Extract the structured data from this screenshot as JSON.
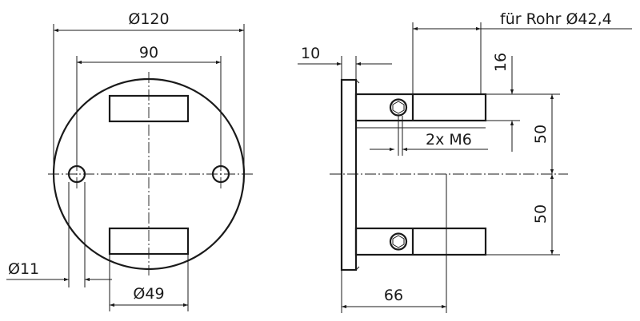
{
  "front_view": {
    "dim_outer_diameter": "Ø120",
    "dim_hole_spacing": "90",
    "dim_hole_diameter": "Ø11",
    "dim_slot_width": "Ø49"
  },
  "side_view": {
    "dim_plate_thickness": "10",
    "dim_pipe": "für Rohr Ø42,4",
    "dim_clamp_height": "16",
    "dim_thread": "2x M6",
    "dim_half_upper": "50",
    "dim_half_lower": "50",
    "dim_depth": "66"
  }
}
